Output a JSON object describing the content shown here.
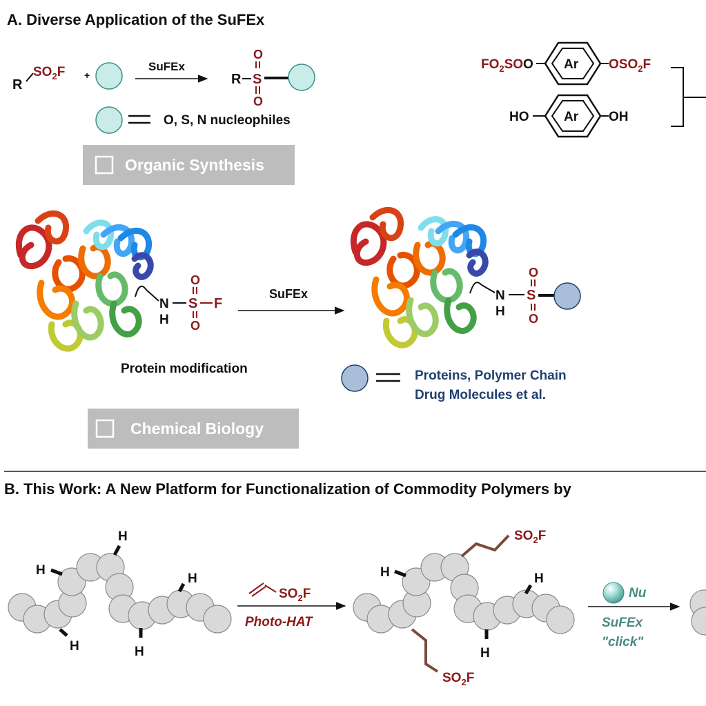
{
  "sectionA": {
    "title": "A. Diverse Application of the SuFEx",
    "scheme1": {
      "reagent_R": "R",
      "reagent_group": "SO",
      "reagent_sub": "2",
      "reagent_F": "F",
      "plus": "+",
      "arrow_label": "SuFEx",
      "product_R": "R",
      "product_S": "S",
      "product_O_top": "O",
      "product_O_bottom": "O",
      "equals_text": "O, S, N nucleophiles",
      "badge_label": "Organic Synthesis"
    },
    "scheme2": {
      "left_group": "FO",
      "left_sub": "2",
      "left_group2": "SO",
      "right_group": "OSO",
      "right_sub": "2",
      "right_F": "F",
      "ring_label_top": "Ar",
      "hydroquinone_left": "HO",
      "hydroquinone_right": "OH",
      "ring_label_bottom": "Ar"
    },
    "scheme3": {
      "N": "N",
      "H": "H",
      "S": "S",
      "O_top": "O",
      "O_bottom": "O",
      "F": "F",
      "arrow_label": "SuFEx",
      "caption": "Protein modification",
      "product_N": "N",
      "product_H": "H",
      "product_S": "S",
      "product_O_top": "O",
      "product_O_bottom": "O",
      "equals_line1": "Proteins, Polymer Chain",
      "equals_line2": "Drug Molecules et al.",
      "badge_label": "Chemical Biology"
    }
  },
  "sectionB": {
    "title": "B. This Work: A New Platform for Functionalization of Commodity Polymers by",
    "H": "H",
    "reagent_group": "SO",
    "reagent_sub": "2",
    "reagent_F": "F",
    "arrow1_label": "Photo-HAT",
    "nu_label": "Nu",
    "arrow2_label_line1": "SuFEx",
    "arrow2_label_line2": "\"click\""
  },
  "colors": {
    "dark_red": "#8b1a1a",
    "navy": "#1f3f6f",
    "teal": "#4a8a84",
    "badge_gray": "#bdbdbd",
    "bead_gray": "#d9d9d9",
    "nucleophile_cyan": "#c9ece9",
    "product_sphere": "#a9bfd9",
    "chain_brown": "#7a4a3a"
  },
  "icons": {
    "badge": "checkbox-square-icon",
    "protein": "protein-ribbon-icon",
    "nucleophile": "sphere-icon"
  }
}
